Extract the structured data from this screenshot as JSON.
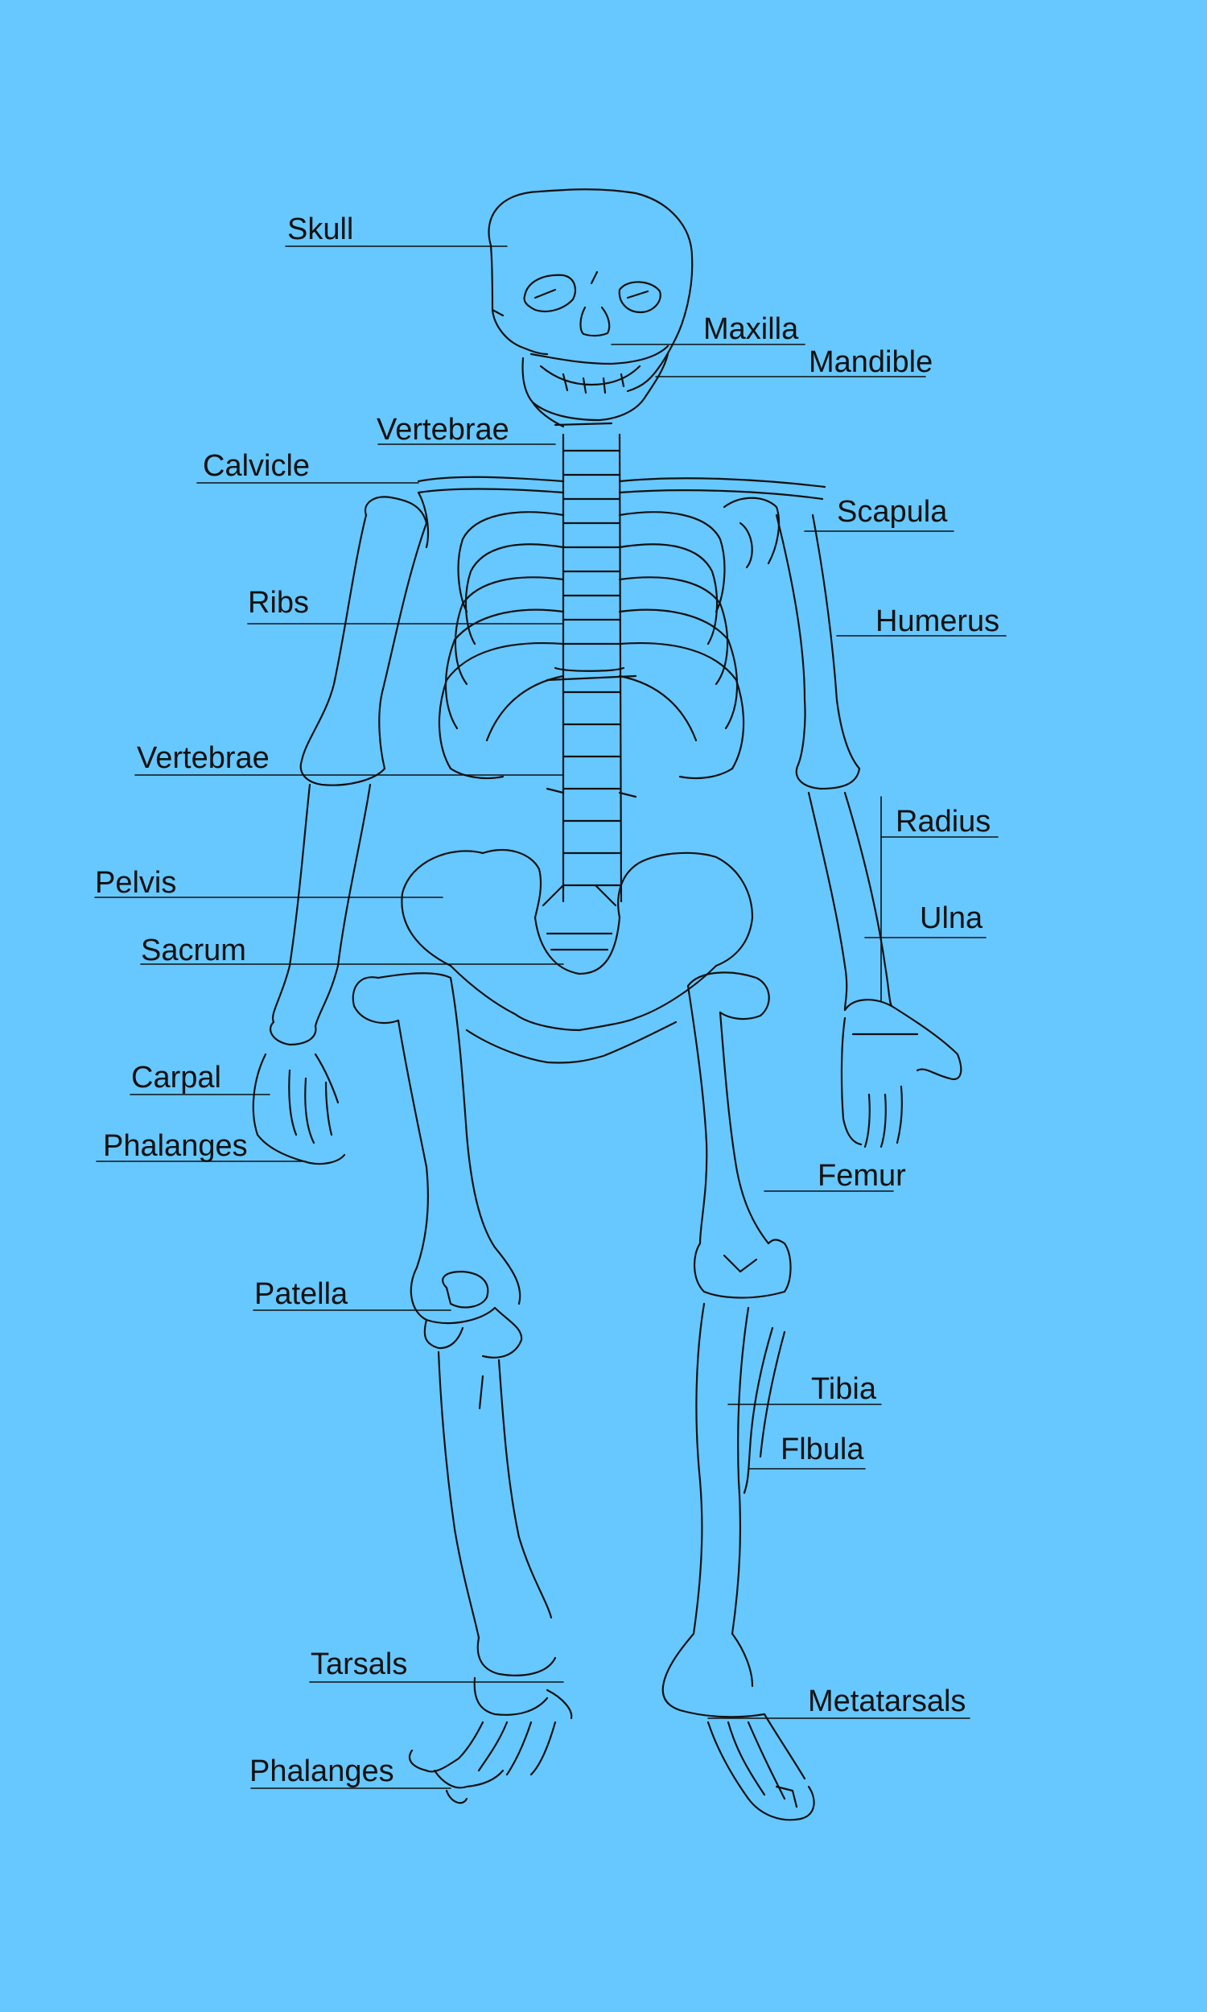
{
  "diagram": {
    "background_color": "#66c8ff",
    "line_color": "#111111",
    "labels": [
      {
        "id": "skull",
        "text": "Skull"
      },
      {
        "id": "maxilla",
        "text": "Maxilla"
      },
      {
        "id": "mandible",
        "text": "Mandible"
      },
      {
        "id": "vertebrae-upper",
        "text": "Vertebrae"
      },
      {
        "id": "calvicle",
        "text": "Calvicle"
      },
      {
        "id": "scapula",
        "text": "Scapula"
      },
      {
        "id": "ribs",
        "text": "Ribs"
      },
      {
        "id": "humerus",
        "text": "Humerus"
      },
      {
        "id": "vertebrae-lower",
        "text": "Vertebrae"
      },
      {
        "id": "radius",
        "text": "Radius"
      },
      {
        "id": "pelvis",
        "text": "Pelvis"
      },
      {
        "id": "ulna",
        "text": "Ulna"
      },
      {
        "id": "sacrum",
        "text": "Sacrum"
      },
      {
        "id": "carpal",
        "text": "Carpal"
      },
      {
        "id": "phalanges-hand",
        "text": "Phalanges"
      },
      {
        "id": "femur",
        "text": "Femur"
      },
      {
        "id": "patella",
        "text": "Patella"
      },
      {
        "id": "tibia",
        "text": "Tibia"
      },
      {
        "id": "fibula",
        "text": "Flbula"
      },
      {
        "id": "tarsals",
        "text": "Tarsals"
      },
      {
        "id": "metatarsals",
        "text": "Metatarsals"
      },
      {
        "id": "phalanges-foot",
        "text": "Phalanges"
      }
    ]
  }
}
